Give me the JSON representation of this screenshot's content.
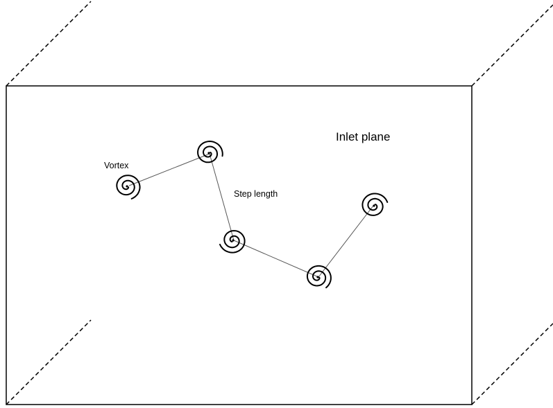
{
  "labels": {
    "inlet_plane": "Inlet plane",
    "vortex": "Vortex",
    "step_length": "Step length"
  },
  "vortex_count": 5,
  "colors": {
    "line": "#000000",
    "background": "#ffffff"
  }
}
